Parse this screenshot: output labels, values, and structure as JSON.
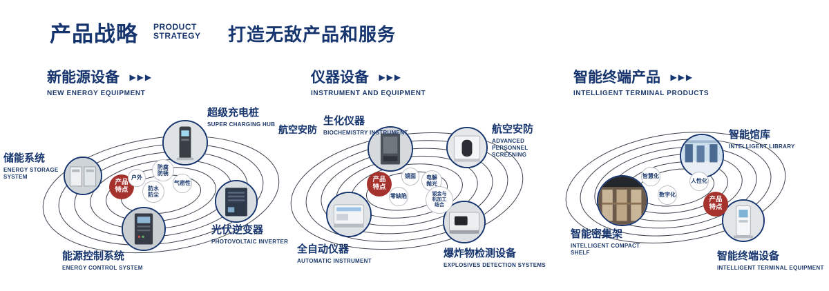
{
  "header": {
    "title": "产品战略",
    "subtitle_line1": "PRODUCT",
    "subtitle_line2": "STRATEGY",
    "slogan": "打造无敌产品和服务"
  },
  "sections": {
    "left": {
      "title": "新能源设备",
      "en": "NEW ENERGY EQUIPMENT",
      "arrows": "▶▶▶",
      "badge": "产品特点",
      "features": [
        "户外",
        "防腐防锈",
        "气密性",
        "防水防尘"
      ],
      "items": [
        {
          "title": "超级充电桩",
          "en": "SUPER CHARGING HUB"
        },
        {
          "title": "储能系统",
          "en": "ENERGY STORAGE SYSTEM"
        },
        {
          "title": "光伏逆变器",
          "en": "PHOTOVOLTAIC INVERTER"
        },
        {
          "title": "能源控制系统",
          "en": "ENERGY CONTROL SYSTEM"
        }
      ]
    },
    "middle": {
      "title": "仪器设备",
      "en": "INSTRUMENT AND EQUIPMENT",
      "arrows": "▶▶▶",
      "badge": "产品特点",
      "side_label": "航空安防",
      "features": [
        "镜面",
        "电解抛光",
        "零缺陷",
        "钣金与机加工结合"
      ],
      "items": [
        {
          "title": "生化仪器",
          "en": "BIOCHEMISTRY INSTRUMENT"
        },
        {
          "title": "航空安防",
          "en": "ADVANCED PERSONNEL SCREENING"
        },
        {
          "title": "全自动仪器",
          "en": "AUTOMATIC INSTRUMENT"
        },
        {
          "title": "爆炸物检测设备",
          "en": "EXPLOSIVES DETECTION SYSTEMS"
        }
      ]
    },
    "right": {
      "title": "智能终端产品",
      "en": "INTELLIGENT TERMINAL PRODUCTS",
      "arrows": "▶▶▶",
      "badge": "产品特点",
      "features": [
        "智慧化",
        "人性化",
        "数字化"
      ],
      "items": [
        {
          "title": "智能馆库",
          "en": "INTELLIGENT LIBRARY"
        },
        {
          "title": "智能密集架",
          "en": "INTELLIGENT COMPACT SHELF"
        },
        {
          "title": "智能终端设备",
          "en": "INTELLIGENT TERMINAL EQUIPMENT"
        }
      ]
    }
  },
  "colors": {
    "navy": "#16356e",
    "red": "#a5322c"
  }
}
